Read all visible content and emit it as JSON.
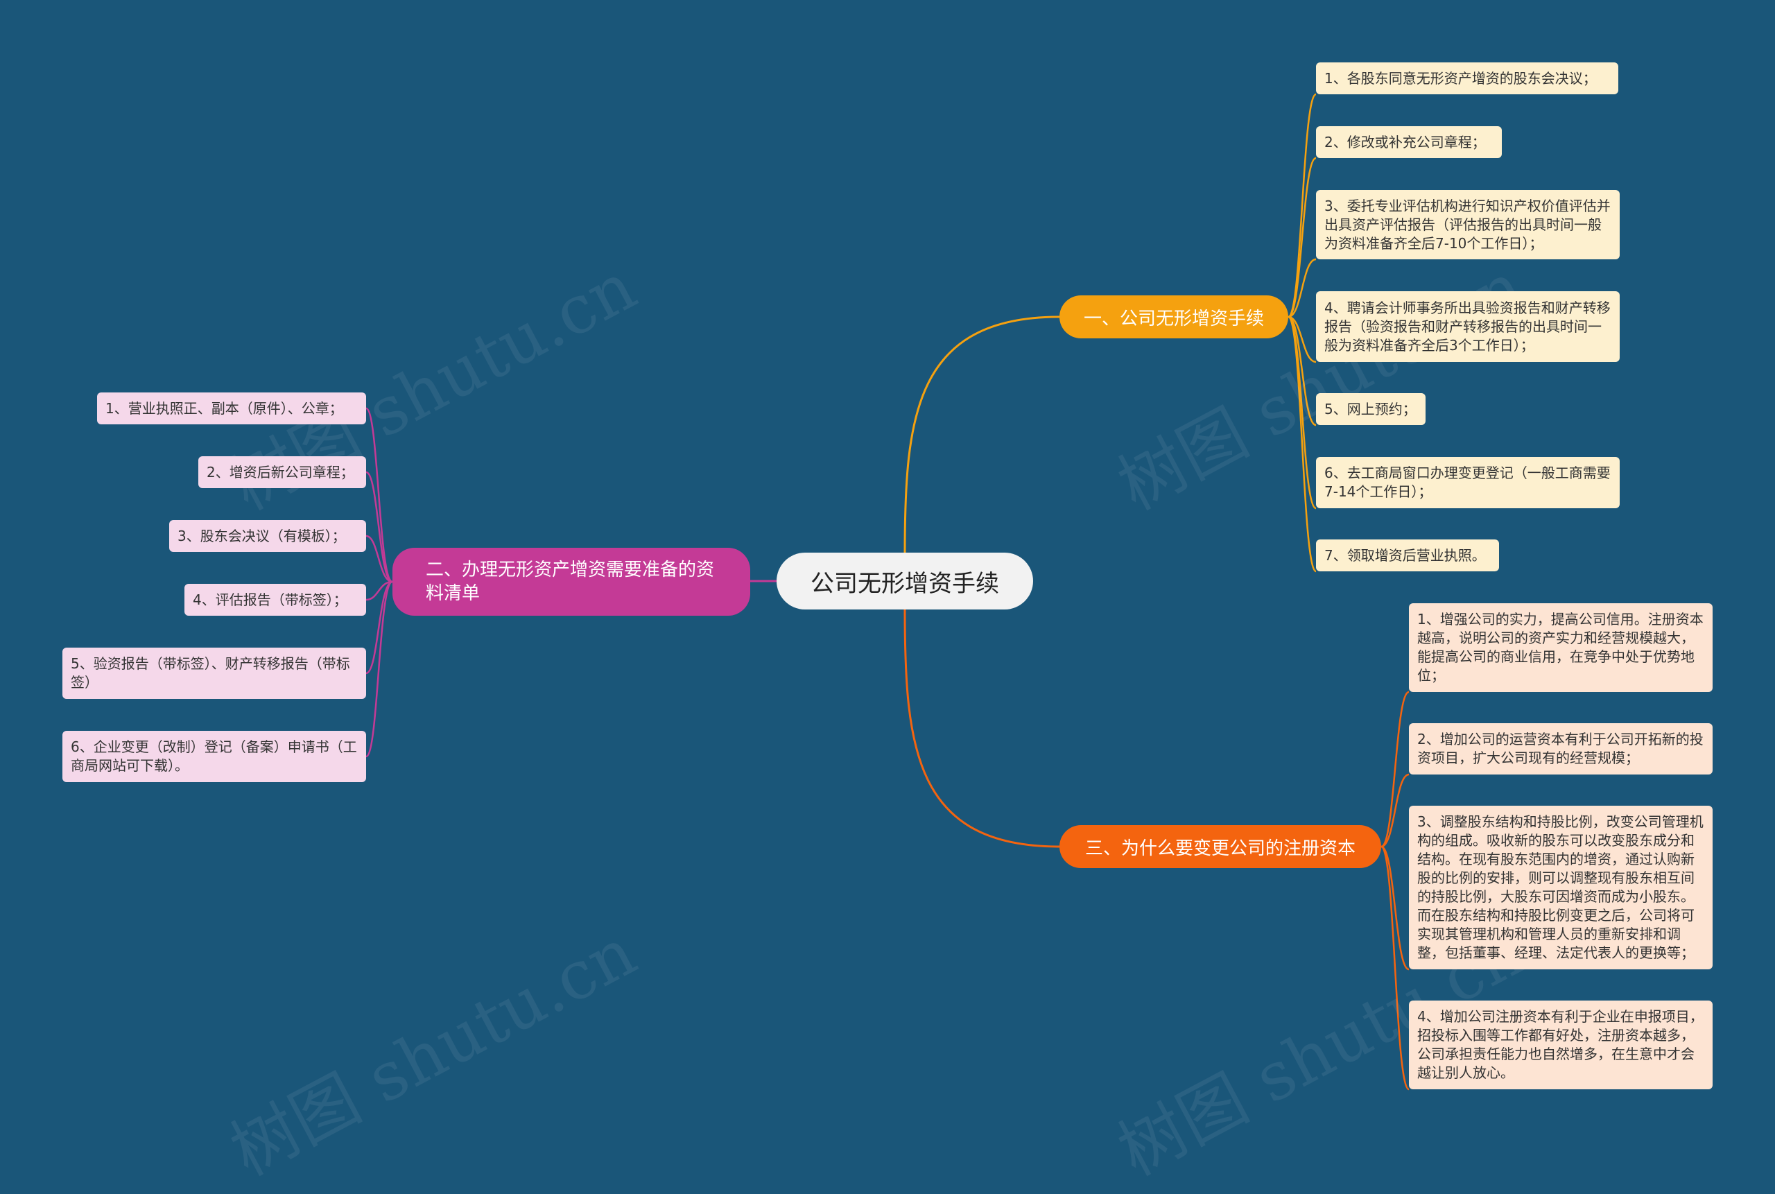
{
  "watermark": "树图 shutu.cn",
  "colors": {
    "background": "#1a5679",
    "branch1": "#f5a10f",
    "branch2": "#c43a96",
    "branch3": "#f4640f",
    "leaf1": "#fdf0cf",
    "leaf2": "#f5d8ea",
    "leaf3": "#fde4d3"
  },
  "root": {
    "label": "公司无形增资手续"
  },
  "branch1": {
    "label": "一、公司无形增资手续",
    "items": [
      "1、各股东同意无形资产增资的股东会决议；",
      "2、修改或补充公司章程；",
      "3、委托专业评估机构进行知识产权价值评估并出具资产评估报告（评估报告的出具时间一般为资料准备齐全后7-10个工作日）；",
      "4、聘请会计师事务所出具验资报告和财产转移报告（验资报告和财产转移报告的出具时间一般为资料准备齐全后3个工作日）；",
      "5、网上预约；",
      "6、去工商局窗口办理变更登记（一般工商需要7-14个工作日）；",
      "7、领取增资后营业执照。"
    ]
  },
  "branch2": {
    "label": "二、办理无形资产增资需要准备的资料清单",
    "items": [
      "1、营业执照正、副本（原件）、公章；",
      "2、增资后新公司章程；",
      "3、股东会决议（有模板）；",
      "4、评估报告（带标签）；",
      "5、验资报告（带标签）、财产转移报告（带标签）",
      "6、企业变更（改制）登记（备案）申请书（工商局网站可下载）。"
    ]
  },
  "branch3": {
    "label": "三、为什么要变更公司的注册资本",
    "items": [
      "1、增强公司的实力，提高公司信用。注册资本越高，说明公司的资产实力和经营规模越大，能提高公司的商业信用，在竞争中处于优势地位；",
      "2、增加公司的运营资本有利于公司开拓新的投资项目，扩大公司现有的经营规模；",
      "3、调整股东结构和持股比例，改变公司管理机构的组成。吸收新的股东可以改变股东成分和结构。在现有股东范围内的增资，通过认购新股的比例的安排，则可以调整现有股东相互间的持股比例，大股东可因增资而成为小股东。而在股东结构和持股比例变更之后，公司将可实现其管理机构和管理人员的重新安排和调整，包括董事、经理、法定代表人的更换等；",
      "4、增加公司注册资本有利于企业在申报项目，招投标入围等工作都有好处，注册资本越多，公司承担责任能力也自然增多，在生意中才会越让别人放心。"
    ]
  }
}
